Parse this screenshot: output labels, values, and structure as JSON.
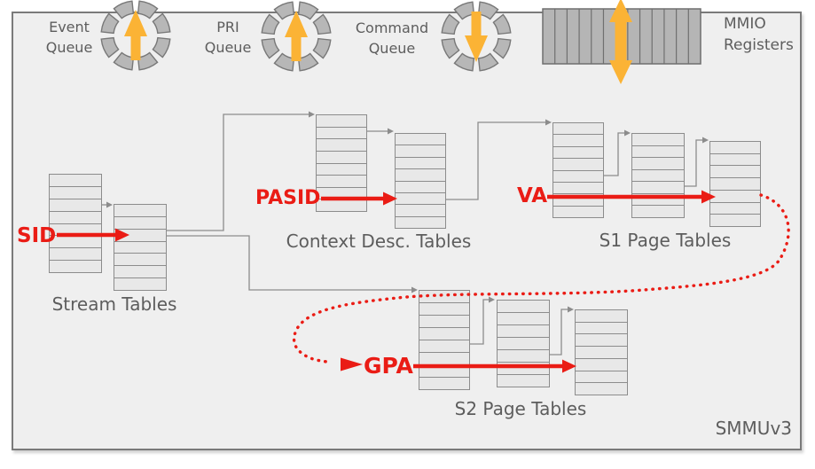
{
  "title": "SMMUv3",
  "queues": [
    {
      "name": "event-queue",
      "label": [
        "Event",
        "Queue"
      ],
      "direction": "up"
    },
    {
      "name": "pri-queue",
      "label": [
        "PRI",
        "Queue"
      ],
      "direction": "up"
    },
    {
      "name": "command-queue",
      "label": [
        "Command",
        "Queue"
      ],
      "direction": "down"
    }
  ],
  "mmio": {
    "label": [
      "MMIO",
      "Registers"
    ],
    "direction": "both"
  },
  "groups": [
    {
      "name": "stream-tables",
      "caption": "Stream Tables"
    },
    {
      "name": "context-desc-tables",
      "caption": "Context Desc. Tables"
    },
    {
      "name": "s1-page-tables",
      "caption": "S1 Page Tables"
    },
    {
      "name": "s2-page-tables",
      "caption": "S2 Page Tables"
    }
  ],
  "index_labels": [
    {
      "name": "sid",
      "text": "SID"
    },
    {
      "name": "pasid",
      "text": "PASID"
    },
    {
      "name": "va",
      "text": "VA"
    },
    {
      "name": "gpa",
      "text": "GPA"
    }
  ],
  "colors": {
    "accent_orange": "#FBB335",
    "red": "#EA1C15",
    "box_bg": "#EFEFEF",
    "box_border": "#7A7A7A",
    "table_fill": "#E8E8E8",
    "table_border": "#8C8C8C",
    "connector_gray": "#8C8C8C",
    "ring_fill": "#B7B7B7",
    "ring_stroke": "#787878",
    "mmio_fill": "#B5B5B5",
    "mmio_stroke": "#6F6F6F",
    "text_gray": "#5D5D5D"
  }
}
